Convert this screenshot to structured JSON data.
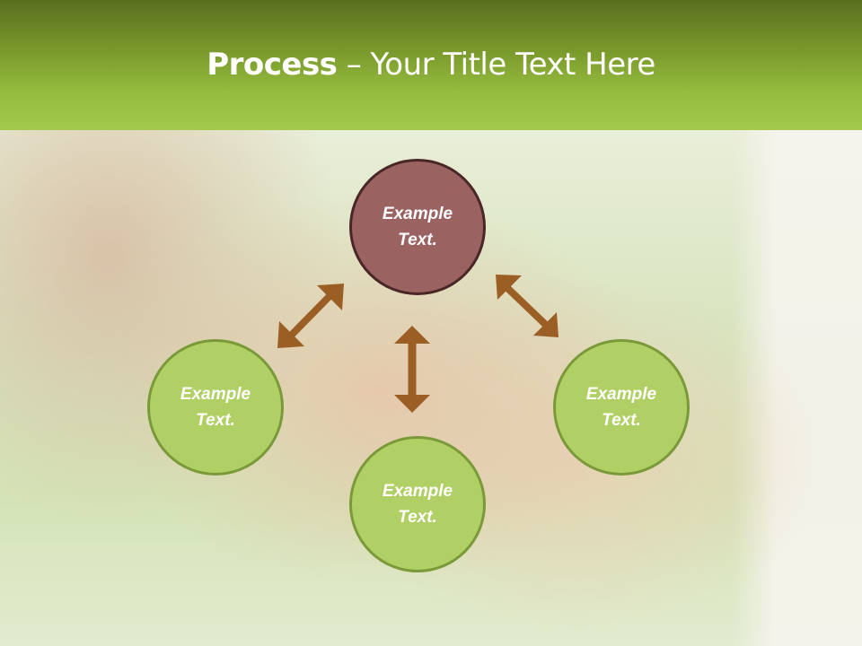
{
  "slide": {
    "title_bold": "Process",
    "title_rest": " – Your Title Text Here"
  },
  "diagram": {
    "nodes": [
      {
        "id": "top",
        "line1": "Example",
        "line2": "Text.",
        "color": "#9b6262",
        "border": "#4a2727"
      },
      {
        "id": "left",
        "line1": "Example",
        "line2": "Text.",
        "color": "#b0d065",
        "border": "#7a9a3a"
      },
      {
        "id": "right",
        "line1": "Example",
        "line2": "Text.",
        "color": "#b0d065",
        "border": "#7a9a3a"
      },
      {
        "id": "bottom",
        "line1": "Example",
        "line2": "Text.",
        "color": "#b0d065",
        "border": "#7a9a3a"
      }
    ],
    "arrow_color": "#9b5f26",
    "connectors": [
      {
        "from": "top",
        "to": "left",
        "type": "double-arrow"
      },
      {
        "from": "top",
        "to": "right",
        "type": "double-arrow"
      },
      {
        "from": "top",
        "to": "bottom",
        "type": "double-arrow"
      }
    ]
  }
}
